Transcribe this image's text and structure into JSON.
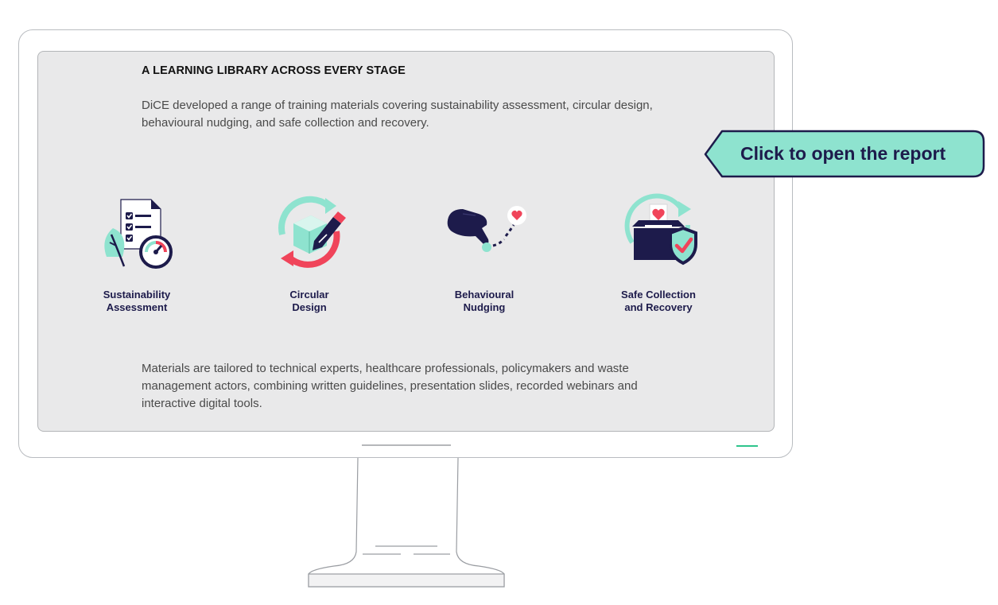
{
  "slide": {
    "heading": "A LEARNING LIBRARY ACROSS EVERY STAGE",
    "intro": "DiCE developed a range of training materials covering sustainability assessment, circular design, behavioural nudging, and safe collection and recovery.",
    "outro": "Materials are tailored to technical experts, healthcare professionals, policymakers and waste management actors, combining written guidelines, presentation slides, recorded webinars and interactive digital tools.",
    "topics": [
      {
        "label": "Sustainability\nAssessment",
        "icon": "checklist-gauge-leaf-icon"
      },
      {
        "label": "Circular\nDesign",
        "icon": "cube-pencil-cycle-icon"
      },
      {
        "label": "Behavioural\nNudging",
        "icon": "hand-nudge-heart-icon"
      },
      {
        "label": "Safe Collection\nand Recovery",
        "icon": "ballot-box-shield-icon"
      }
    ]
  },
  "callout": {
    "label": "Click to open the report"
  },
  "colors": {
    "navy": "#1d1b4b",
    "mint": "#8ee3cf",
    "coral": "#f0445a",
    "screen_bg": "#e9e9ea",
    "power_led": "#2ec58c"
  }
}
